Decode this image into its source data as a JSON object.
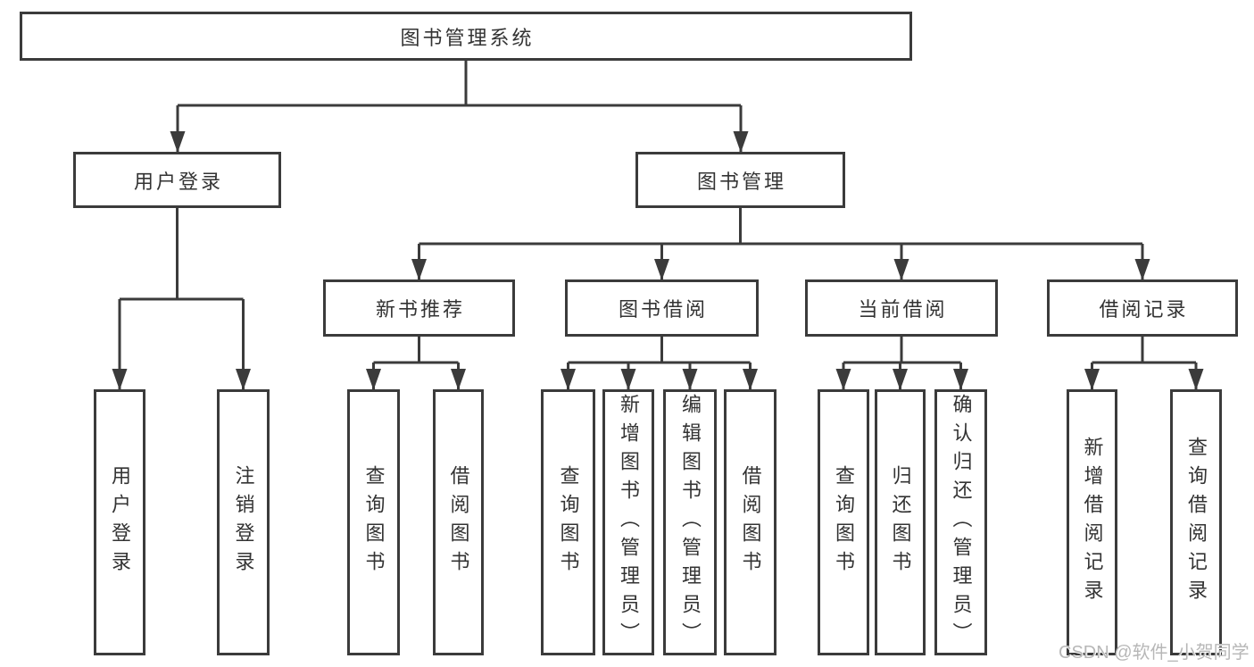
{
  "title": "图书管理系统",
  "watermark": {
    "text": "CSDN @软件_小贺同学"
  },
  "colors": {
    "line": "#3b3b3b",
    "text": "#333333",
    "background": "#ffffff",
    "watermark": "#b7b7b7"
  },
  "nodes": {
    "root": {
      "label": "图书管理系统"
    },
    "user_login": {
      "label": "用户登录"
    },
    "book_mgmt": {
      "label": "图书管理"
    },
    "login_children": [
      {
        "label": "用户登录"
      },
      {
        "label": "注销登录"
      }
    ],
    "mgmt_children": [
      {
        "label": "新书推荐"
      },
      {
        "label": "图书借阅"
      },
      {
        "label": "当前借阅"
      },
      {
        "label": "借阅记录"
      }
    ],
    "new_book_children": [
      {
        "label": "查询图书"
      },
      {
        "label": "借阅图书"
      }
    ],
    "borrow_children": [
      {
        "label": "查询图书"
      },
      {
        "label": "新增图书（管理员）"
      },
      {
        "label": "编辑图书（管理员）"
      },
      {
        "label": "借阅图书"
      }
    ],
    "current_children": [
      {
        "label": "查询图书"
      },
      {
        "label": "归还图书"
      },
      {
        "label": "确认归还（管理员）"
      }
    ],
    "record_children": [
      {
        "label": "新增借阅记录"
      },
      {
        "label": "查询借阅记录"
      }
    ]
  }
}
